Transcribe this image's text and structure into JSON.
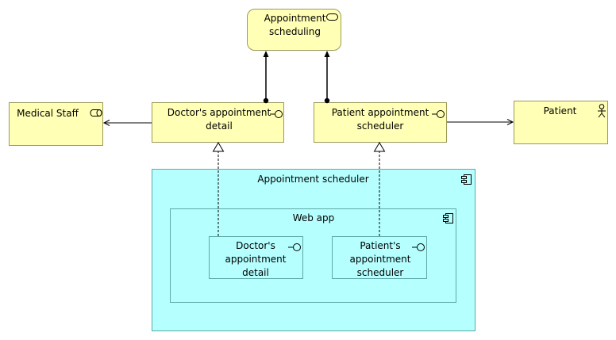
{
  "nodes": {
    "appointment_scheduling": {
      "label_line1": "Appointment",
      "label_line2": "scheduling",
      "icon": "business-service-icon"
    },
    "medical_staff": {
      "label": "Medical Staff",
      "icon": "business-role-icon"
    },
    "doctors_detail": {
      "label_line1": "Doctor's appointment",
      "label_line2": "detail",
      "icon": "interface-icon"
    },
    "patient_scheduler": {
      "label_line1": "Patient appointment",
      "label_line2": "scheduler",
      "icon": "interface-icon"
    },
    "patient": {
      "label": "Patient",
      "icon": "business-actor-icon"
    },
    "appointment_scheduler_component": {
      "label": "Appointment scheduler",
      "icon": "component-icon"
    },
    "web_app": {
      "label": "Web app",
      "icon": "component-icon"
    },
    "doctors_detail_inner": {
      "label_line1": "Doctor's",
      "label_line2": "appointment",
      "label_line3": "detail",
      "icon": "interface-icon"
    },
    "patient_scheduler_inner": {
      "label_line1": "Patient's",
      "label_line2": "appointment",
      "label_line3": "scheduler",
      "icon": "interface-icon"
    }
  },
  "colors": {
    "business_fill": "#ffffb5",
    "application_fill": "#b5ffff",
    "edge": "#000000"
  }
}
